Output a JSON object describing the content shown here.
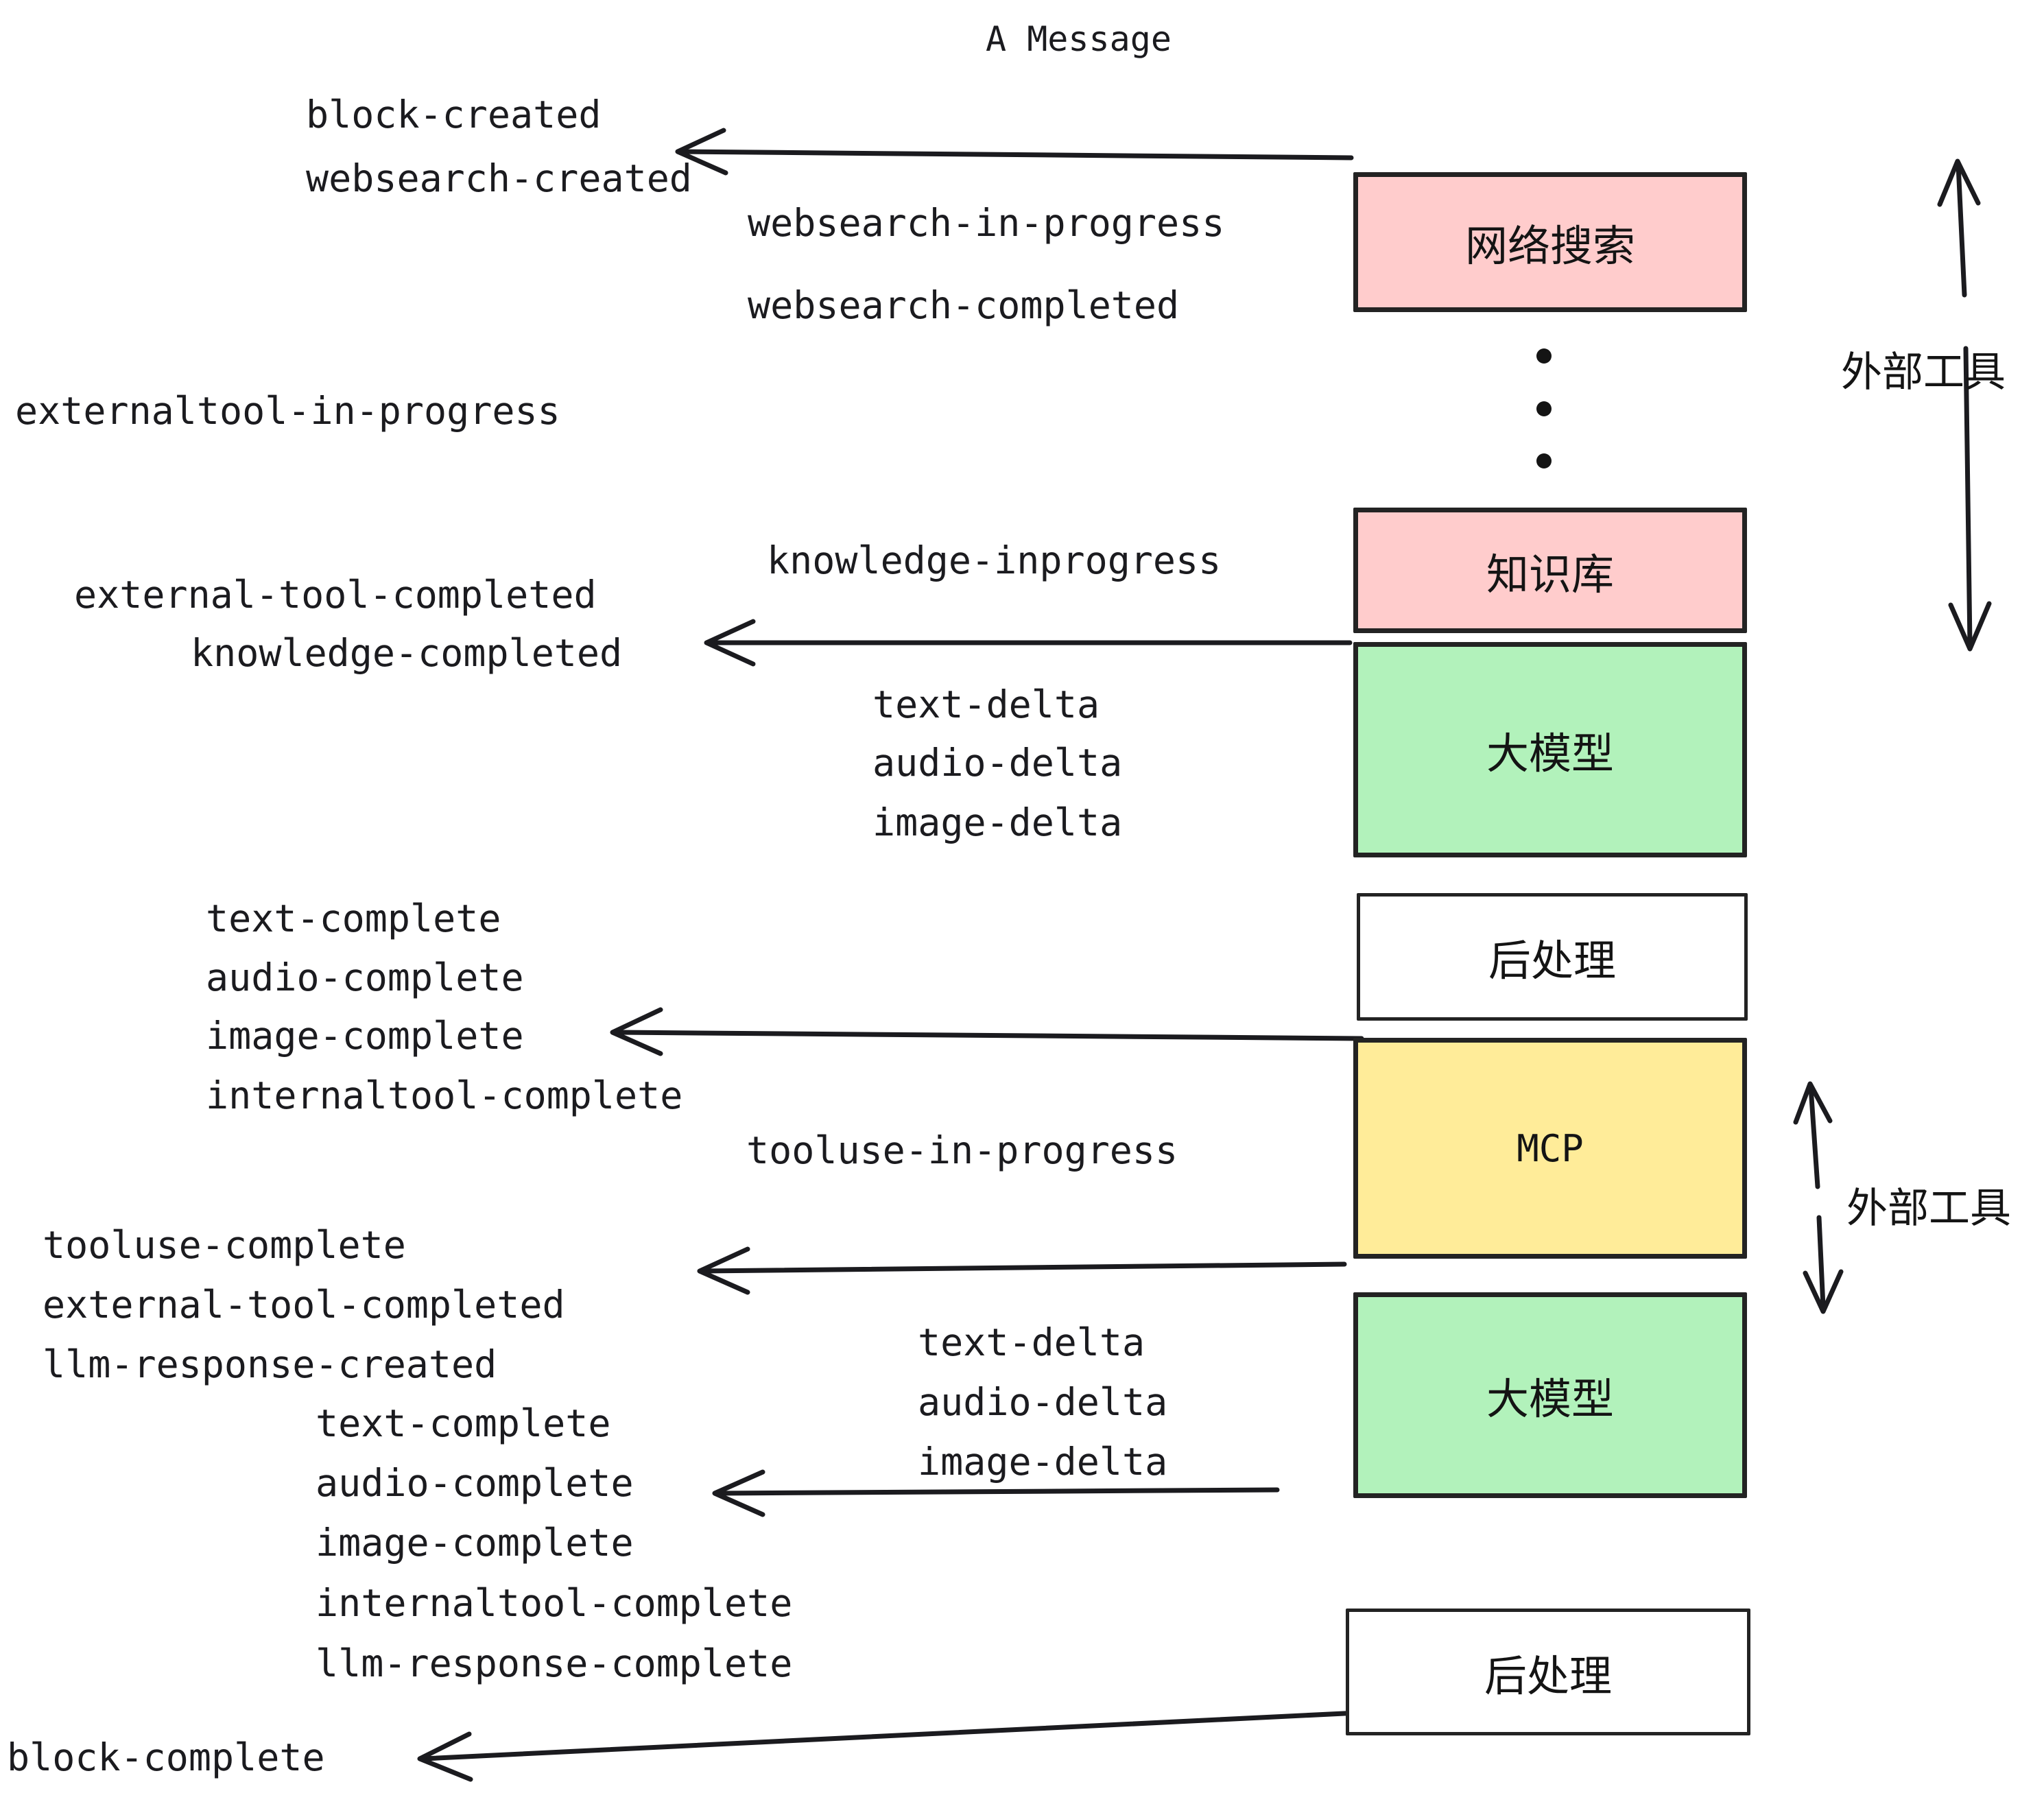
{
  "diagram": {
    "title": "A Message",
    "colors": {
      "pink": "#ffcccc",
      "green": "#b2f2bb",
      "yellow": "#ffec99",
      "white": "#ffffff",
      "stroke": "#232323",
      "text": "#1b1b1f"
    },
    "nodes": [
      {
        "id": "websearch",
        "label": "网络搜索",
        "fill": "#ffcccc"
      },
      {
        "id": "knowledge",
        "label": "知识库",
        "fill": "#ffcccc"
      },
      {
        "id": "llm1",
        "label": "大模型",
        "fill": "#b2f2bb"
      },
      {
        "id": "post1",
        "label": "后处理",
        "fill": "#ffffff"
      },
      {
        "id": "mcp",
        "label": "MCP",
        "fill": "#ffec99"
      },
      {
        "id": "llm2",
        "label": "大模型",
        "fill": "#b2f2bb"
      },
      {
        "id": "post2",
        "label": "后处理",
        "fill": "#ffffff"
      }
    ],
    "side_labels": [
      {
        "id": "external-tools-top",
        "label": "外部工具"
      },
      {
        "id": "external-tools-bottom",
        "label": "外部工具"
      }
    ],
    "events": {
      "block_created": "block-created",
      "websearch_created": "websearch-created",
      "websearch_in_progress": "websearch-in-progress",
      "websearch_completed": "websearch-completed",
      "externaltool_in_progress": "externaltool-in-progress",
      "knowledge_inprogress": "knowledge-inprogress",
      "external_tool_completed_1": "external-tool-completed",
      "knowledge_completed": "knowledge-completed",
      "text_delta_1": "text-delta",
      "audio_delta_1": "audio-delta",
      "image_delta_1": "image-delta",
      "text_complete_1": "text-complete",
      "audio_complete_1": "audio-complete",
      "image_complete_1": "image-complete",
      "internaltool_complete_1": "internaltool-complete",
      "tooluse_in_progress": "tooluse-in-progress",
      "tooluse_complete": "tooluse-complete",
      "external_tool_completed_2": "external-tool-completed",
      "llm_response_created": "llm-response-created",
      "text_delta_2": "text-delta",
      "audio_delta_2": "audio-delta",
      "image_delta_2": "image-delta",
      "text_complete_2": "text-complete",
      "audio_complete_2": "audio-complete",
      "image_complete_2": "image-complete",
      "internaltool_complete_2": "internaltool-complete",
      "llm_response_complete": "llm-response-complete",
      "block_complete": "block-complete"
    }
  }
}
